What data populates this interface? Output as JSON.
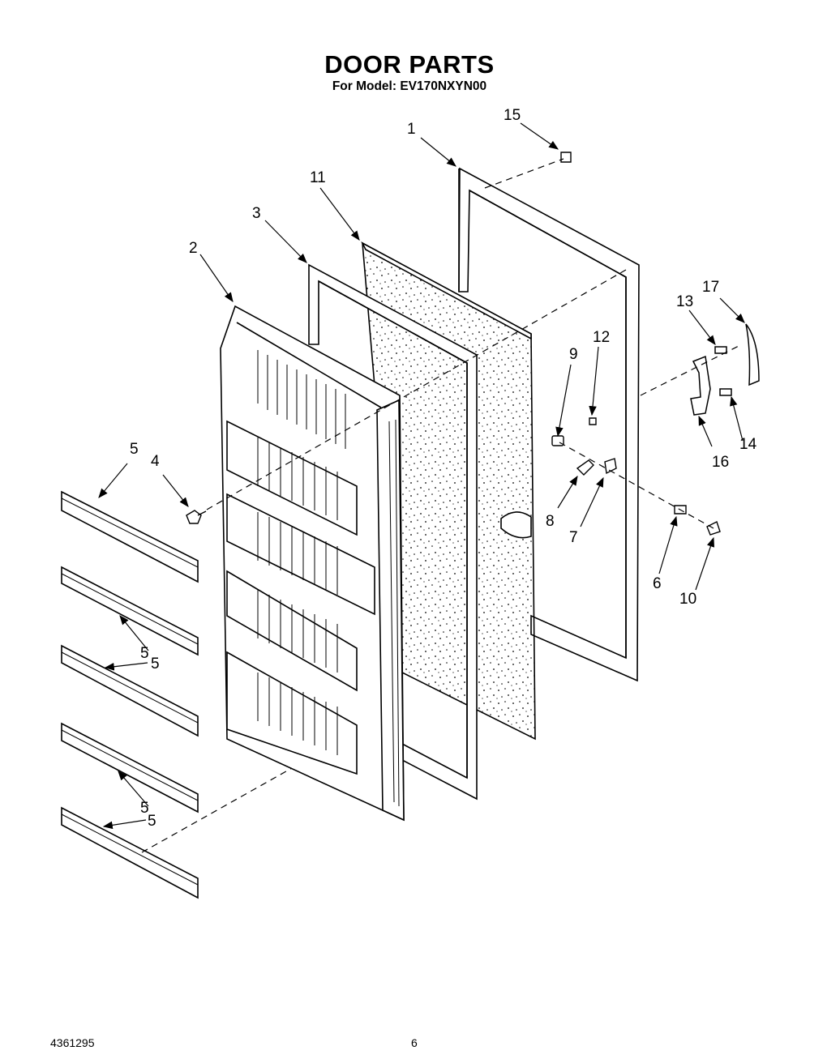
{
  "header": {
    "title": "DOOR PARTS",
    "subtitle": "For Model: EV170NXYN00"
  },
  "callouts": {
    "c1": "1",
    "c2": "2",
    "c3": "3",
    "c4": "4",
    "c5a": "5",
    "c5b": "5",
    "c5c": "5",
    "c5d": "5",
    "c5e": "5",
    "c6": "6",
    "c7": "7",
    "c8": "8",
    "c9": "9",
    "c10": "10",
    "c11": "11",
    "c12": "12",
    "c13": "13",
    "c14": "14",
    "c15": "15",
    "c16": "16",
    "c17": "17"
  },
  "footer": {
    "doc_number": "4361295",
    "page_number": "6"
  }
}
